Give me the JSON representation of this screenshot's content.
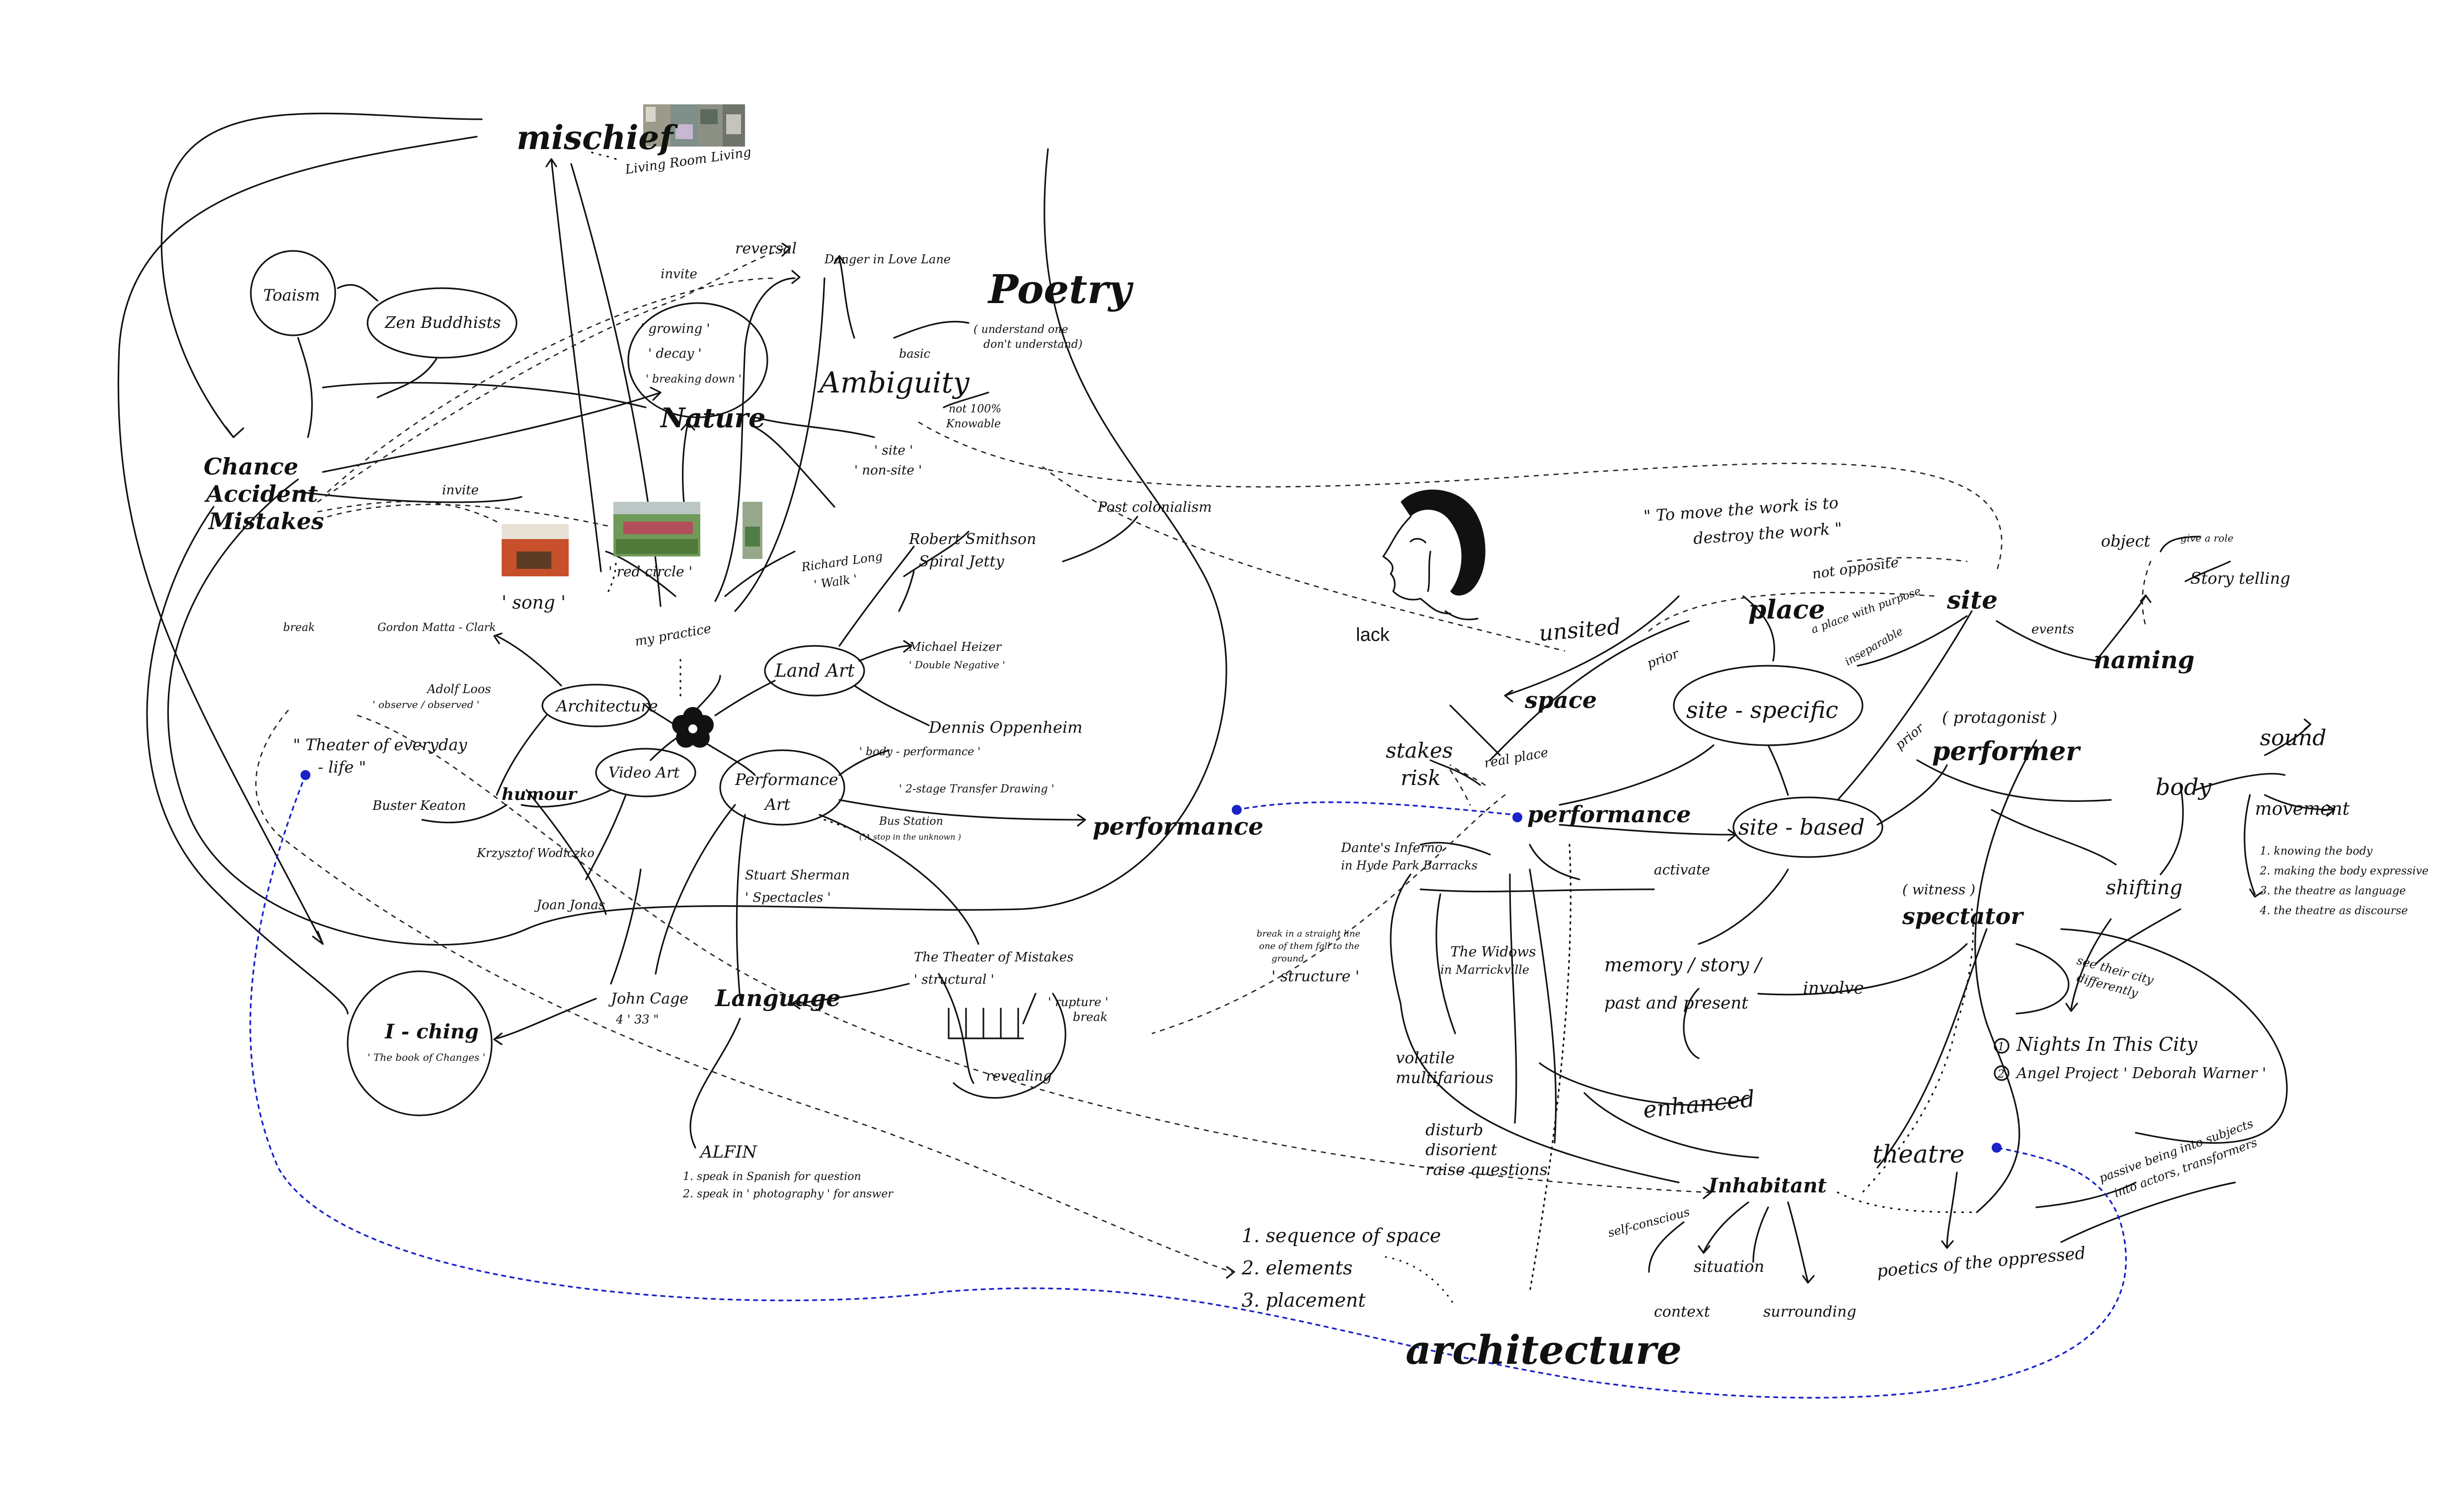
{
  "palette": {
    "ink": "#111111",
    "link_blue": "#1a22c8",
    "background": "#ffffff"
  },
  "icons": [
    "flower-icon",
    "face-sketch-icon",
    "photo-thumbnail",
    "arrow-icon"
  ],
  "nodes": {
    "mischief": "mischief",
    "living_room_living": "Living Room Living",
    "reversal": "reversal",
    "invite_top": "invite",
    "danger_in_love_lane": "Danger in Love Lane",
    "poetry": "Poetry",
    "understand_line1": "( understand one",
    "understand_line2": "don't understand)",
    "basic": "basic",
    "ambiguity": "Ambiguity",
    "not_100_line1": "not 100%",
    "not_100_line2": "Knowable",
    "taoism": "Toaism",
    "zen_buddhists": "Zen Buddhists",
    "growing": "' growing '",
    "decay": "' decay '",
    "breaking_down": "' breaking down '",
    "nature": "Nature",
    "site_non_site_1": "' site '",
    "site_non_site_2": "' non-site '",
    "chance_1": "Chance",
    "chance_2": "Accident",
    "chance_3": "Mistakes",
    "invite_left": "invite",
    "song": "' song '",
    "red_circle": "' red circle '",
    "richard_long_1": "Richard Long",
    "richard_long_2": "' Walk '",
    "robert_smithson_1": "Robert Smithson",
    "robert_smithson_2": "Spiral Jetty",
    "postcolonialism": "Post colonialism",
    "my_practice": "my practice",
    "lack": "lack",
    "break_left": "break",
    "gordon": "Gordon Matta - Clark",
    "adolf_1": "Adolf Loos",
    "adolf_2": "' observe / observed '",
    "architecture_node": "Architecture",
    "land_art": "Land Art",
    "michael_1": "Michael Heizer",
    "michael_2": "' Double Negative '",
    "theater_everyday_1": "\" Theater of everyday",
    "theater_everyday_2": "- life \"",
    "video_art": "Video Art",
    "dennis": "Dennis Oppenheim",
    "body_performance": "' body - performance '",
    "two_stage": "' 2-stage Transfer Drawing '",
    "performance_art_1": "Performance",
    "performance_art_2": "Art",
    "buster": "Buster Keaton",
    "humour": "humour",
    "bus_station_1": "Bus Station",
    "bus_station_2": "( A stop in the unknown )",
    "performance_center": "performance",
    "krzysztof": "Krzysztof Wodiczko",
    "cindy_1": "Stuart Sherman",
    "cindy_2": "' Spectacles '",
    "joan": "Joan Jonas",
    "theater_of_mistakes_1": "The Theater of Mistakes",
    "theater_of_mistakes_2": "' structural '",
    "rupture_1": "' rupture '",
    "rupture_2": "break",
    "revealing": "revealing",
    "john_cage_1": "John Cage",
    "john_cage_2": "4 ' 33 \"",
    "language": "Language",
    "i_ching_1": "I - ching",
    "i_ching_2": "' The book of Changes '",
    "alfin_1": "ALFIN",
    "alfin_2": "1. speak in Spanish for question",
    "alfin_3": "2. speak in ' photography ' for answer",
    "to_move_1": "\" To move the work is to",
    "to_move_2": "destroy the work \"",
    "unsited": "unsited",
    "not_opposite": "not opposite",
    "place": "place",
    "a_place_with_purpose": "a place with purpose",
    "inseparable": "inseparable",
    "site": "site",
    "events": "events",
    "naming": "naming",
    "object": "object",
    "give_a_role": "give a role",
    "story_telling": "Story telling",
    "prior_1": "prior",
    "space": "space",
    "site_specific": "site - specific",
    "prior_2": "prior",
    "protagonist": "( protagonist )",
    "performer": "performer",
    "sound": "sound",
    "stakes": "stakes",
    "risk": "risk",
    "real_place": "real place",
    "performance_right": "performance",
    "body": "body",
    "movement": "movement",
    "dantes_1": "Dante's Inferno",
    "dantes_2": "in Hyde Park Barracks",
    "site_based": "site - based",
    "activate": "activate",
    "witness": "( witness )",
    "spectator": "spectator",
    "shifting": "shifting",
    "knowing_1": "1. knowing the body",
    "knowing_2": "2. making the body expressive",
    "knowing_3": "3. the theatre as language",
    "knowing_4": "4. the theatre as discourse",
    "break_line_1": "break in a straight line",
    "break_line_2": "one of them fall to the",
    "break_line_3": "ground",
    "structure": "' structure '",
    "widows_1": "The Widows",
    "widows_2": "in Marrickville",
    "memory": "memory / story /",
    "past_present": "past and present",
    "involve": "involve",
    "see_city_1": "see their city",
    "see_city_2": "differently",
    "volatile_1": "volatile",
    "volatile_2": "multifarious",
    "nights": "Nights In This City",
    "angel": "Angel Project ' Deborah Warner '",
    "enhanced": "enhanced",
    "disturb_1": "disturb",
    "disturb_2": "disorient",
    "disturb_3": "raise questions",
    "theatre": "theatre",
    "passive_1": "passive being into subjects",
    "passive_2": "into actors, transformers",
    "inhabitant": "Inhabitant",
    "self_conscious": "self-conscious",
    "situation": "situation",
    "context": "context",
    "surrounding": "surrounding",
    "sequence_1": "1. sequence of space",
    "sequence_2": "2. elements",
    "sequence_3": "3. placement",
    "poetics": "poetics of the oppressed",
    "architecture_bottom": "architecture",
    "circle_1": "1",
    "circle_2": "2"
  }
}
